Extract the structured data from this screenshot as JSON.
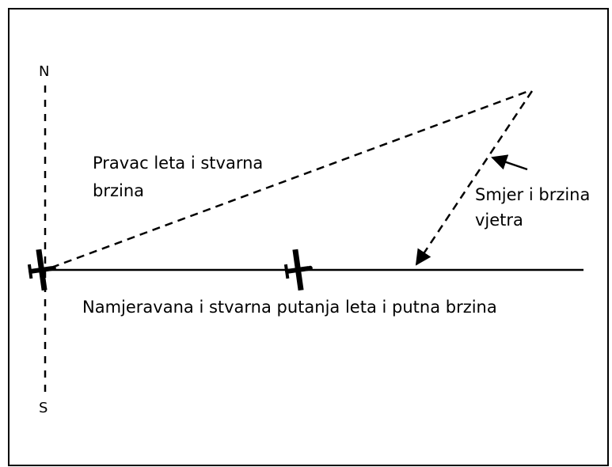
{
  "compass": {
    "north": "N",
    "south": "S"
  },
  "labels": {
    "heading_line1": "Pravac leta i stvarna",
    "heading_line2": "brzina",
    "wind_line1": "Smjer i brzina",
    "wind_line2": "vjetra",
    "track": "Namjeravana i stvarna putanja leta i putna brzina"
  },
  "icons": [
    "airplane-icon",
    "airplane-icon"
  ]
}
